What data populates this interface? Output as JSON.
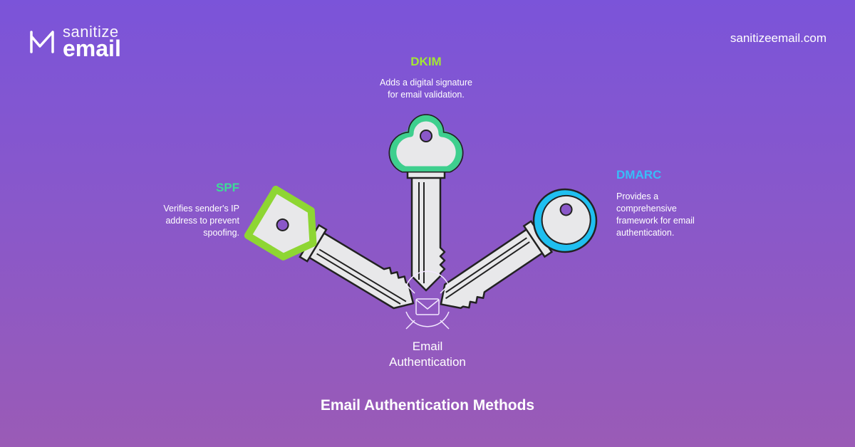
{
  "brand": {
    "top": "sanitize",
    "bottom": "email",
    "website": "sanitizeemail.com"
  },
  "methods": [
    {
      "title": "SPF",
      "description_lines": [
        "Verifies sender's IP",
        "address to prevent",
        "spoofing."
      ],
      "color": "#3ddc97",
      "key_color": "#8ed633"
    },
    {
      "title": "DKIM",
      "description_lines": [
        "Adds a digital signature",
        "for email validation."
      ],
      "color": "#a3e635",
      "key_color": "#3ecf8e"
    },
    {
      "title": "DMARC",
      "description_lines": [
        "Provides a",
        "comprehensive",
        "framework for email",
        "authentication."
      ],
      "color": "#38bdf8",
      "key_color": "#1fbff0"
    }
  ],
  "center": {
    "line1": "Email",
    "line2": "Authentication"
  },
  "footer": "Email Authentication Methods"
}
